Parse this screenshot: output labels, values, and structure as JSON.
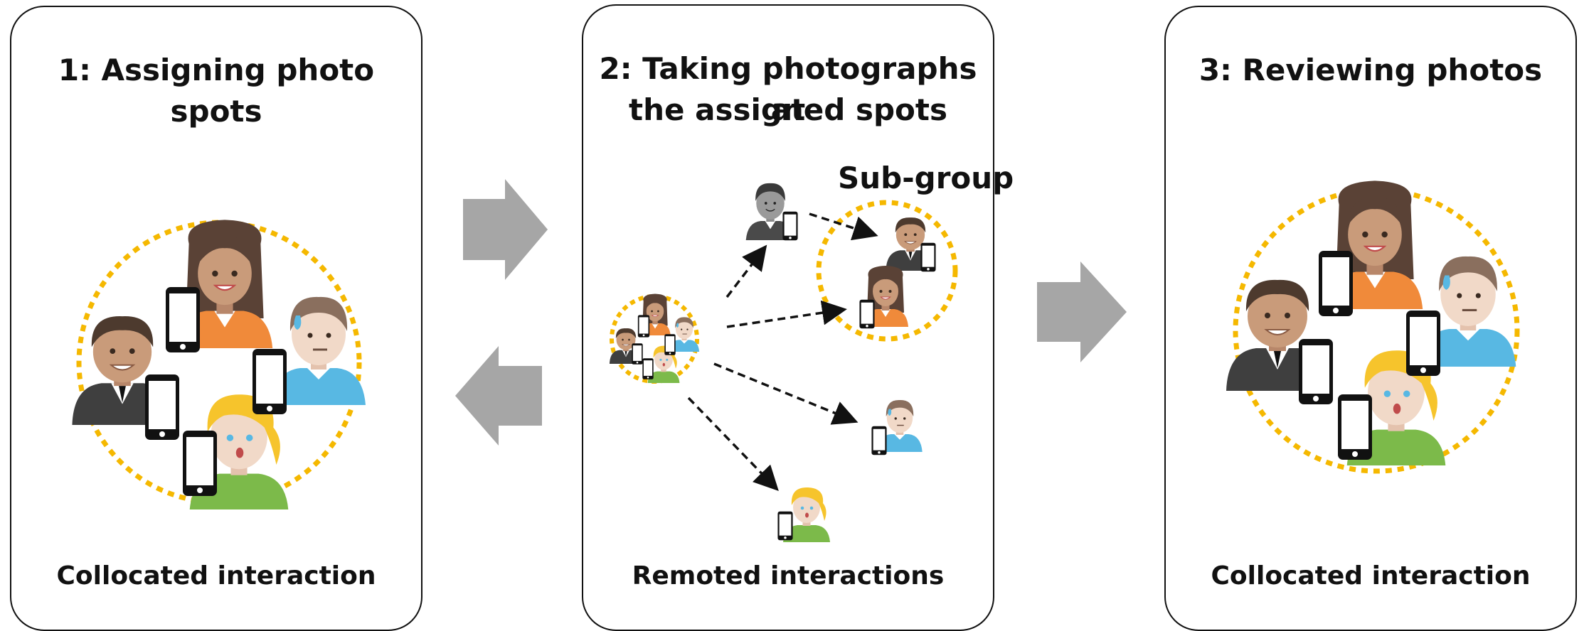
{
  "panels": [
    {
      "title": "1: Assigning photo spots",
      "footer": "Collocated interaction"
    },
    {
      "title_line1": "2: Taking photographs at",
      "title_line2": "the assigned spots",
      "footer": "Remoted interactions",
      "subgroup_label": "Sub-group"
    },
    {
      "title": "3: Reviewing photos",
      "footer": "Collocated interaction"
    }
  ],
  "colors": {
    "circle_dotted": "#f5b800",
    "arrow": "#a6a6a6",
    "border": "#111111",
    "skin": "#c99b7a",
    "skin_light": "#f1d9c8",
    "hair_dark": "#4d3a2e",
    "hair_brown": "#5a4236",
    "hair_blond": "#f6c42c",
    "shirt_orange": "#f08a3a",
    "shirt_blue": "#58b8e3",
    "shirt_green": "#7cba4a",
    "suit": "#3f3f3f",
    "grey_person": "#8a8a8a"
  },
  "icons": [
    "man-suit-icon",
    "woman-brown-hair-icon",
    "man-blue-shirt-icon",
    "woman-blond-icon",
    "smartphone-icon",
    "right-arrow-icon",
    "left-arrow-icon",
    "dashed-arrow-icon"
  ]
}
